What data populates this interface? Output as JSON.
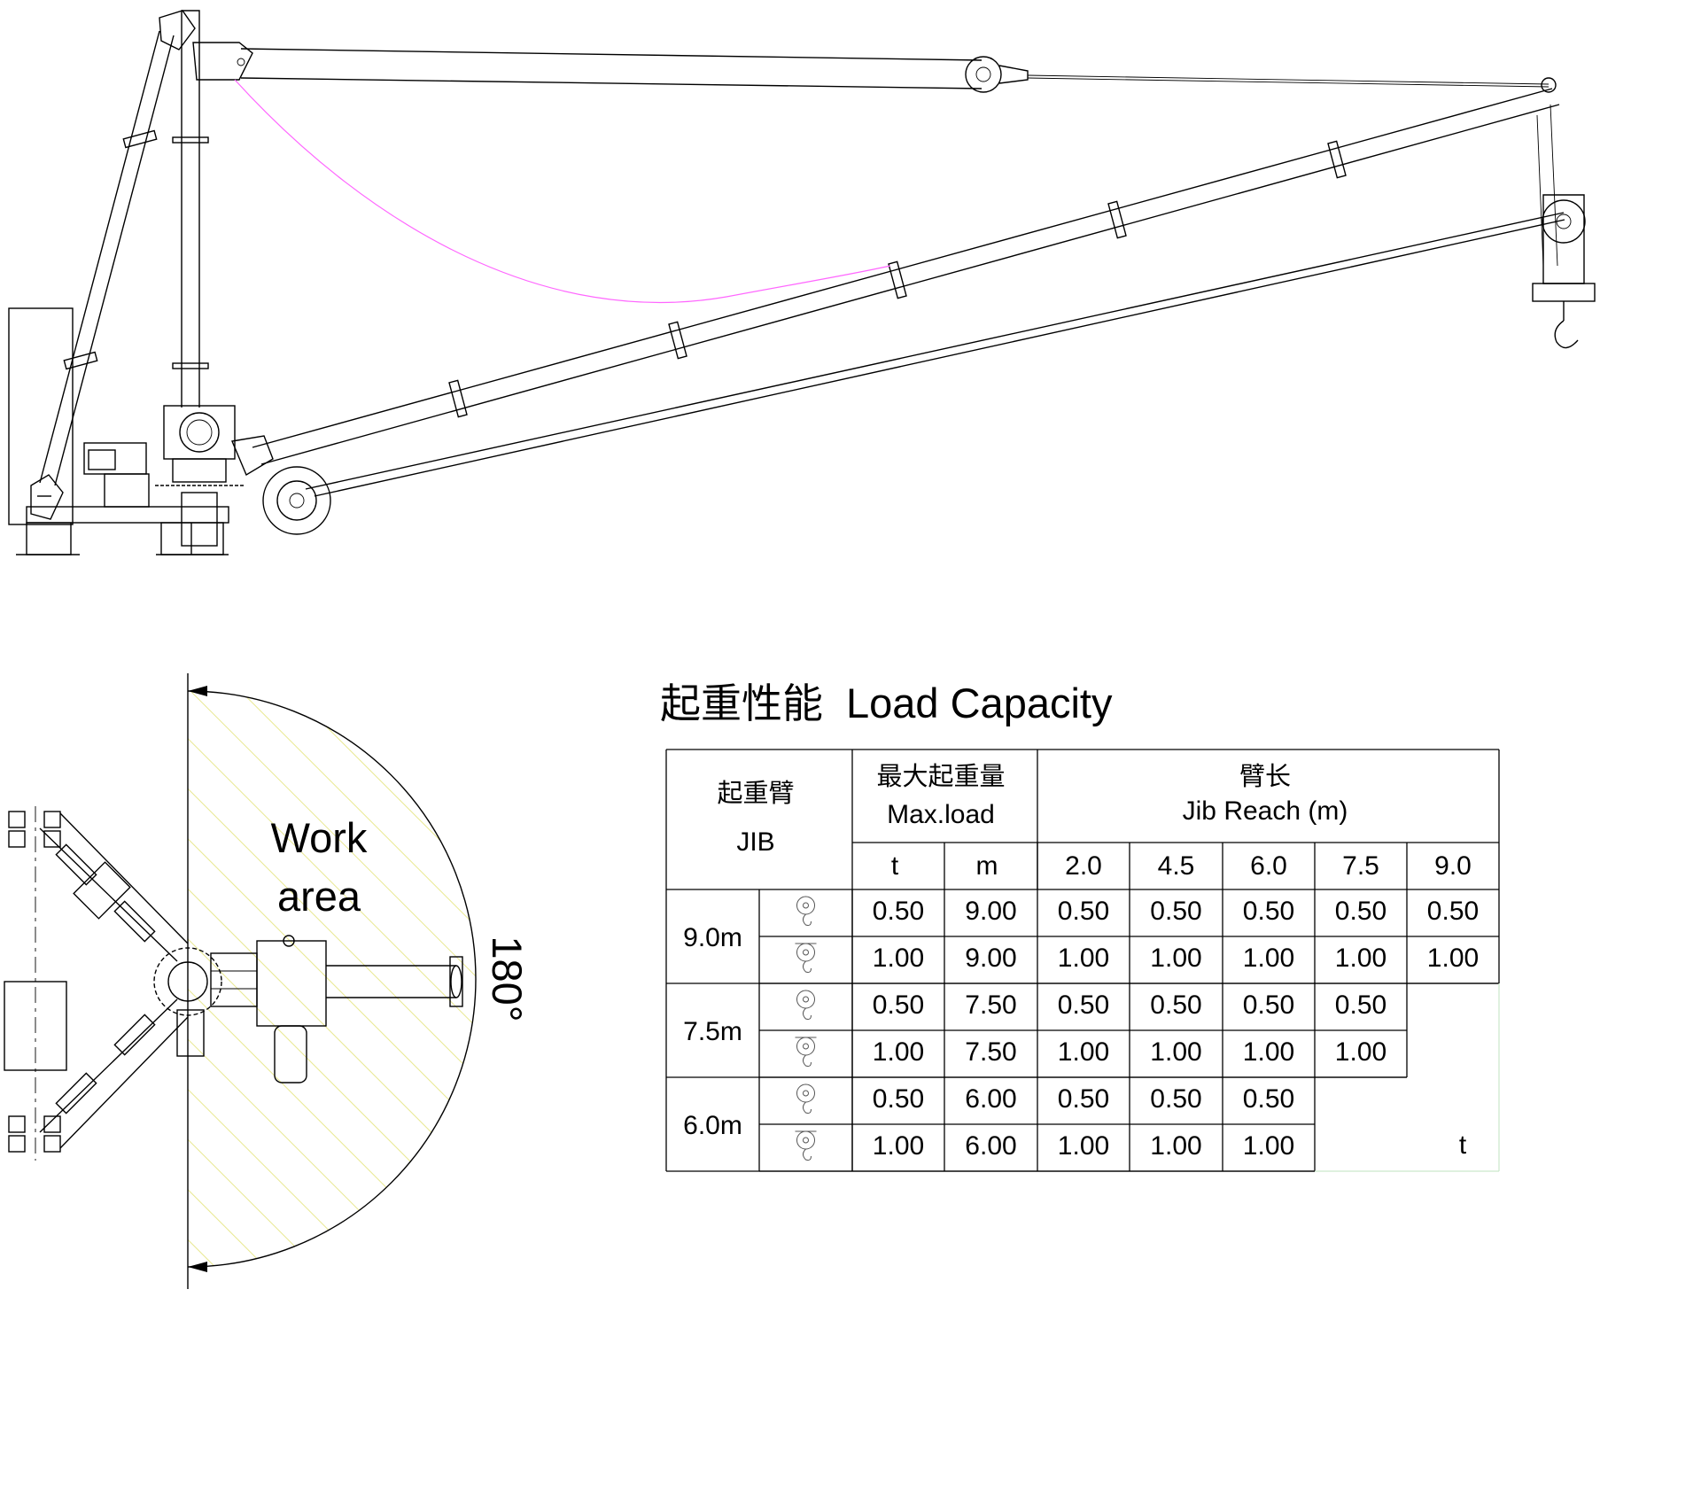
{
  "diagram": {
    "work_area_label_line1": "Work",
    "work_area_label_line2": "area",
    "angle_label": "180°",
    "hatch_color": "#ffff99",
    "cable_color": "#ff66ff"
  },
  "load_table": {
    "title_cn": "起重性能",
    "title_en": "Load Capacity",
    "header": {
      "jib_cn": "起重臂",
      "jib_en": "JIB",
      "maxload_cn": "最大起重量",
      "maxload_en": "Max.load",
      "reach_cn": "臂长",
      "reach_en": "Jib Reach (m)",
      "sub_t": "t",
      "sub_m": "m",
      "reaches": [
        "2.0",
        "4.5",
        "6.0",
        "7.5",
        "9.0"
      ]
    },
    "groups": [
      {
        "jib": "9.0m",
        "rows": [
          {
            "t": "0.50",
            "m": "9.00",
            "loads": [
              "0.50",
              "0.50",
              "0.50",
              "0.50",
              "0.50"
            ]
          },
          {
            "t": "1.00",
            "m": "9.00",
            "loads": [
              "1.00",
              "1.00",
              "1.00",
              "1.00",
              "1.00"
            ]
          }
        ]
      },
      {
        "jib": "7.5m",
        "rows": [
          {
            "t": "0.50",
            "m": "7.50",
            "loads": [
              "0.50",
              "0.50",
              "0.50",
              "0.50"
            ]
          },
          {
            "t": "1.00",
            "m": "7.50",
            "loads": [
              "1.00",
              "1.00",
              "1.00",
              "1.00"
            ]
          }
        ]
      },
      {
        "jib": "6.0m",
        "rows": [
          {
            "t": "0.50",
            "m": "6.00",
            "loads": [
              "0.50",
              "0.50",
              "0.50"
            ]
          },
          {
            "t": "1.00",
            "m": "6.00",
            "loads": [
              "1.00",
              "1.00",
              "1.00"
            ]
          }
        ]
      }
    ],
    "unit_note": "t"
  }
}
